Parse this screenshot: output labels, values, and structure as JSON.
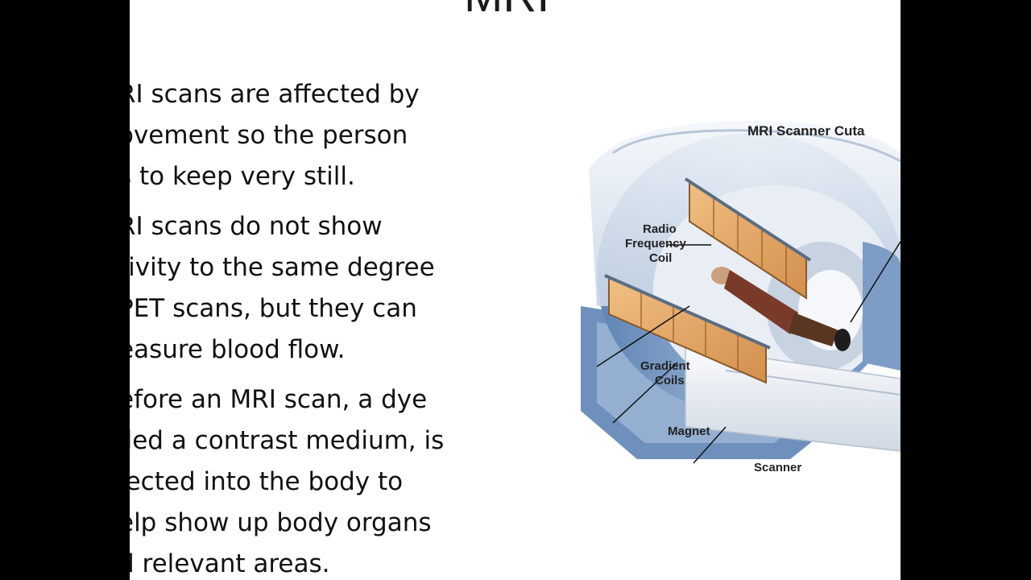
{
  "slide": {
    "title": "MRI",
    "bullets": [
      {
        "lines": [
          "RI scans are affected by",
          "ovement so the person",
          "s to keep very still."
        ]
      },
      {
        "lines": [
          "RI scans do not show",
          "tivity to the same degree",
          " PET scans, but they can",
          "easure blood flow."
        ]
      },
      {
        "lines": [
          "efore an MRI scan, a dye",
          "lled a contrast medium, is",
          "jected into the body to",
          "elp show up body organs",
          "d relevant areas."
        ]
      }
    ]
  },
  "diagram": {
    "title": "MRI Scanner Cuta",
    "labels": {
      "rf_line1": "Radio",
      "rf_line2": "Frequency",
      "rf_line3": "Coil",
      "gradient_line1": "Gradient",
      "gradient_line2": "Coils",
      "magnet": "Magnet",
      "scanner": "Scanner"
    },
    "colors": {
      "housing_blue": "#7f9fc6",
      "housing_light": "#dde6f0",
      "coil_orange": "#e7a865",
      "coil_dark": "#b87a3c",
      "table_white": "#f2f4f7",
      "patient_shirt": "#7a3a2a"
    }
  }
}
